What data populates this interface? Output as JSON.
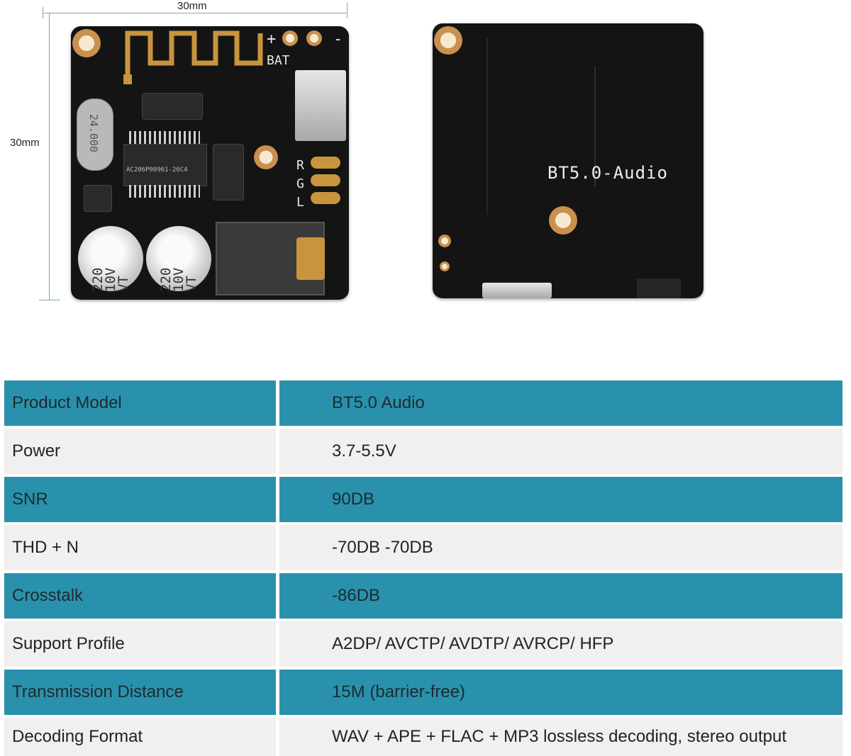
{
  "dimensions": {
    "width_label": "30mm",
    "height_label": "30mm"
  },
  "board_front": {
    "bat_label": "BAT",
    "plus_sign": "+",
    "minus_sign": "-",
    "crystal_label": "24.000",
    "chip_label": "AC206P00961-26C4",
    "channel_labels": [
      "R",
      "G",
      "L"
    ],
    "capacitor_labels": [
      "220\n10V\nVT",
      "220\n10V\nVT"
    ]
  },
  "board_back": {
    "pcb_label": "BT5.0-Audio"
  },
  "spec_table": {
    "rows": [
      {
        "name": "Product Model",
        "value": "BT5.0 Audio",
        "style": "teal"
      },
      {
        "name": "Power",
        "value": "3.7-5.5V",
        "style": "grey"
      },
      {
        "name": "SNR",
        "value": "90DB",
        "style": "teal"
      },
      {
        "name": "THD + N",
        "value": "-70DB -70DB",
        "style": "grey"
      },
      {
        "name": "Crosstalk",
        "value": "-86DB",
        "style": "teal"
      },
      {
        "name": "Support Profile",
        "value": "A2DP/ AVCTP/ AVDTP/ AVRCP/ HFP",
        "style": "grey"
      },
      {
        "name": "Transmission Distance",
        "value": "15M (barrier-free)",
        "style": "teal"
      },
      {
        "name": "Decoding Format",
        "value": "WAV + APE + FLAC + MP3 lossless decoding, stereo output",
        "style": "grey"
      }
    ]
  },
  "colors": {
    "teal_row": "#2a91ac",
    "grey_row": "#f0f0f0",
    "pcb": "#141414",
    "dimension_line": "#7fa8ac"
  }
}
